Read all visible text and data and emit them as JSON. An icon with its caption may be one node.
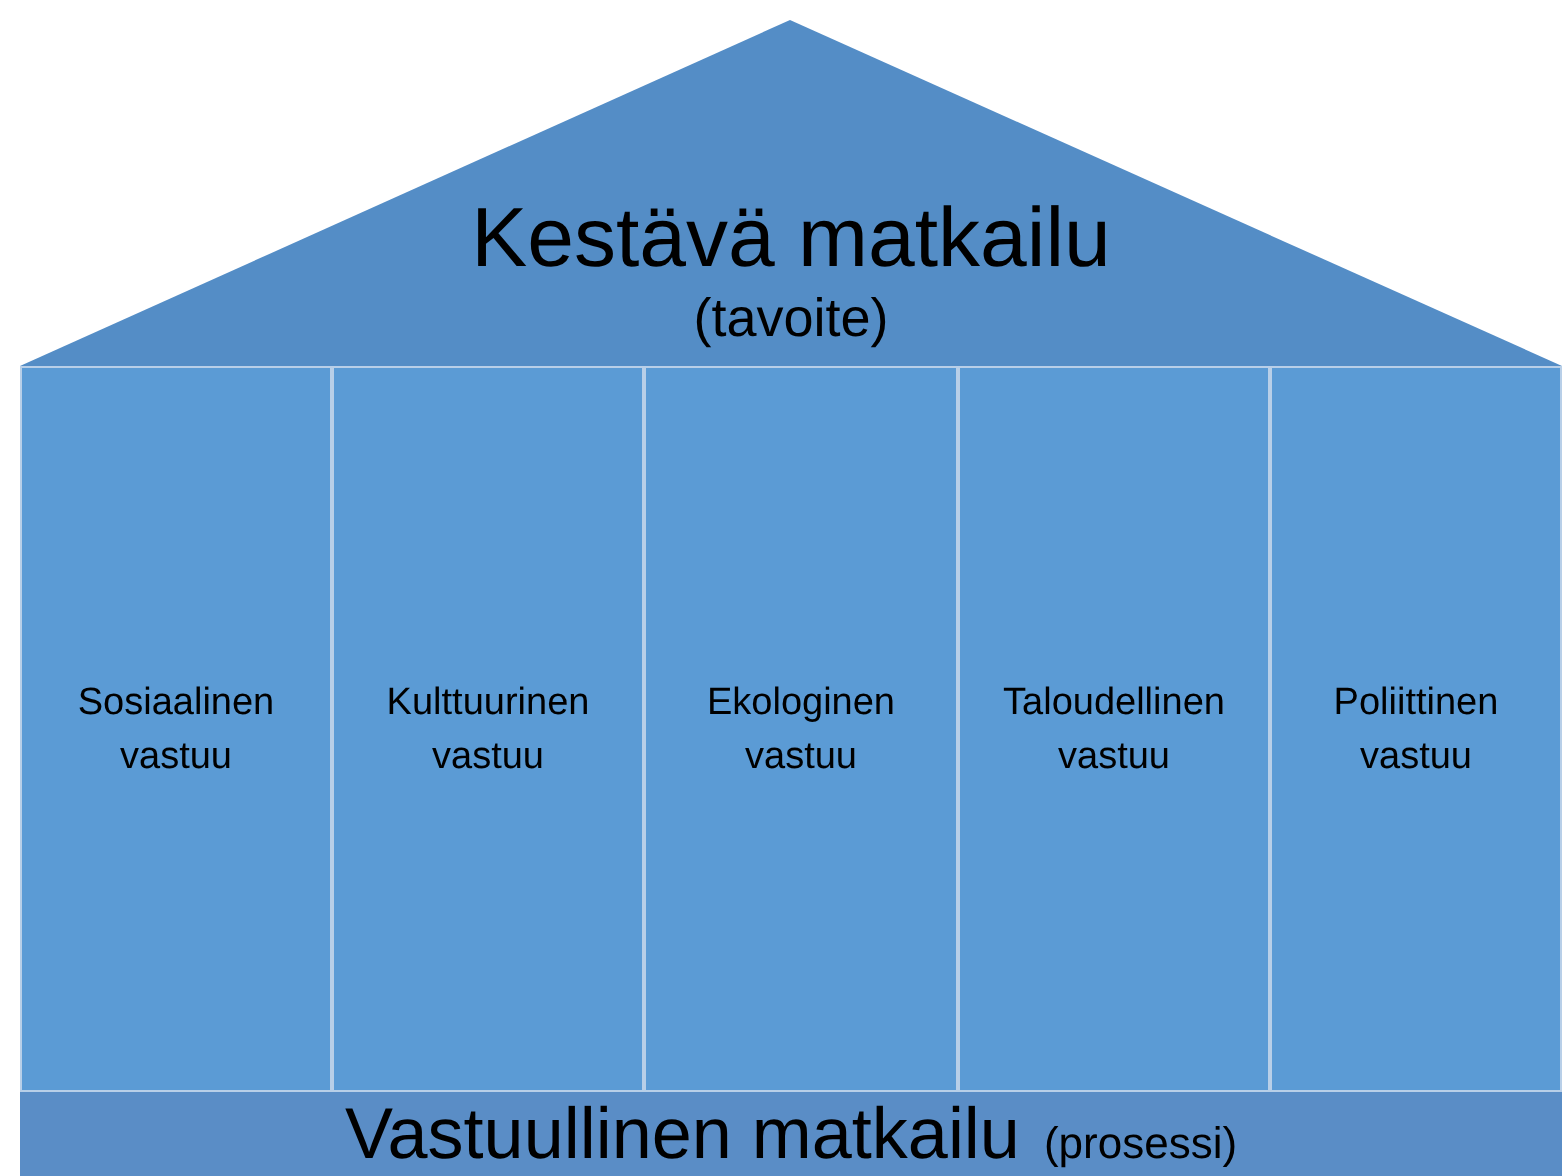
{
  "diagram": {
    "nodes": [
      {
        "text": [
          "Kestävä matkailu",
          "(tavoite)"
        ]
      },
      {
        "text": [
          "Sosiaalinen vastuu"
        ]
      },
      {
        "text": [
          "Kulttuurinen vastuu"
        ]
      },
      {
        "text": [
          "Ekologinen vastuu"
        ]
      },
      {
        "text": [
          "Taloudellinen vastuu"
        ]
      },
      {
        "text": [
          "Poliittinen vastuu"
        ]
      },
      {
        "text": [
          "Vastuullinen matkailu",
          "(prosessi)"
        ]
      }
    ]
  }
}
